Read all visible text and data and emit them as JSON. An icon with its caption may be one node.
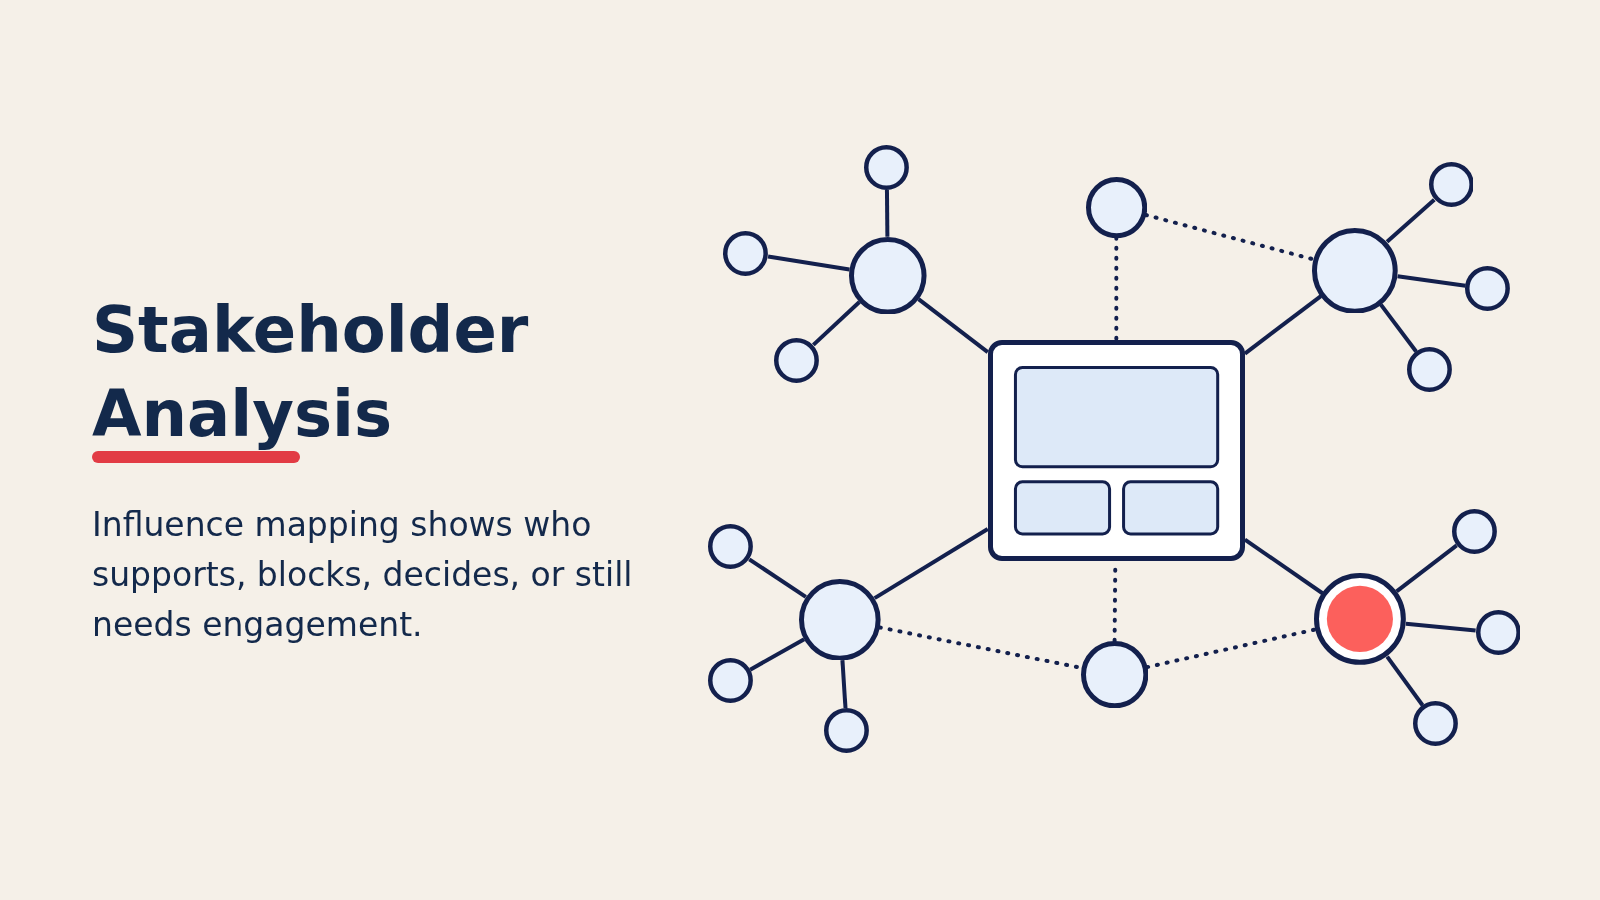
{
  "diagram": {
    "title": "Stakeholder Analysis",
    "nodes": [
      {
        "text": [],
        "shape": "circle"
      },
      {
        "text": [],
        "shape": "circle"
      },
      {
        "text": [],
        "shape": "circle"
      },
      {
        "text": [],
        "shape": "circle"
      },
      {
        "text": [],
        "shape": "circle"
      },
      {
        "text": [],
        "shape": "circle"
      },
      {
        "text": [],
        "shape": "circle"
      },
      {
        "text": [],
        "shape": "circle"
      },
      {
        "text": [],
        "shape": "circle"
      },
      {
        "text": [],
        "shape": "box"
      },
      {
        "text": [],
        "shape": "circle"
      },
      {
        "text": [],
        "shape": "circle"
      },
      {
        "text": [],
        "shape": "circle"
      },
      {
        "text": [],
        "shape": "circle"
      },
      {
        "text": [],
        "shape": "circle"
      },
      {
        "text": [],
        "shape": "circle"
      },
      {
        "text": [],
        "shape": "circle"
      },
      {
        "text": [],
        "shape": "circle"
      },
      {
        "text": [],
        "shape": "circle"
      }
    ],
    "edges": [
      {
        "from": 5,
        "to": 9,
        "arrow": "none"
      },
      {
        "from": 4,
        "to": 9,
        "arrow": "none"
      },
      {
        "from": 12,
        "to": 9,
        "arrow": "none"
      },
      {
        "from": 13,
        "to": 9,
        "arrow": "none"
      },
      {
        "from": 2,
        "to": 9,
        "arrow": "none",
        "style": "dashed"
      },
      {
        "from": 15,
        "to": 9,
        "arrow": "none",
        "style": "dashed"
      },
      {
        "from": 2,
        "to": 4,
        "arrow": "none",
        "style": "dashed"
      },
      {
        "from": 12,
        "to": 15,
        "arrow": "none",
        "style": "dashed"
      },
      {
        "from": 15,
        "to": 13,
        "arrow": "none",
        "style": "dashed"
      },
      {
        "from": 0,
        "to": 5,
        "arrow": "none"
      },
      {
        "from": 3,
        "to": 5,
        "arrow": "none"
      },
      {
        "from": 7,
        "to": 5,
        "arrow": "none"
      },
      {
        "from": 1,
        "to": 4,
        "arrow": "none"
      },
      {
        "from": 6,
        "to": 4,
        "arrow": "none"
      },
      {
        "from": 8,
        "to": 4,
        "arrow": "none"
      },
      {
        "from": 11,
        "to": 12,
        "arrow": "none"
      },
      {
        "from": 16,
        "to": 12,
        "arrow": "none"
      },
      {
        "from": 18,
        "to": 12,
        "arrow": "none"
      },
      {
        "from": 10,
        "to": 13,
        "arrow": "none"
      },
      {
        "from": 14,
        "to": 13,
        "arrow": "none"
      },
      {
        "from": 17,
        "to": 13,
        "arrow": "none"
      }
    ],
    "labels": [
      "Influence mapping shows who supports, blocks, decides, or still needs engagement."
    ]
  }
}
